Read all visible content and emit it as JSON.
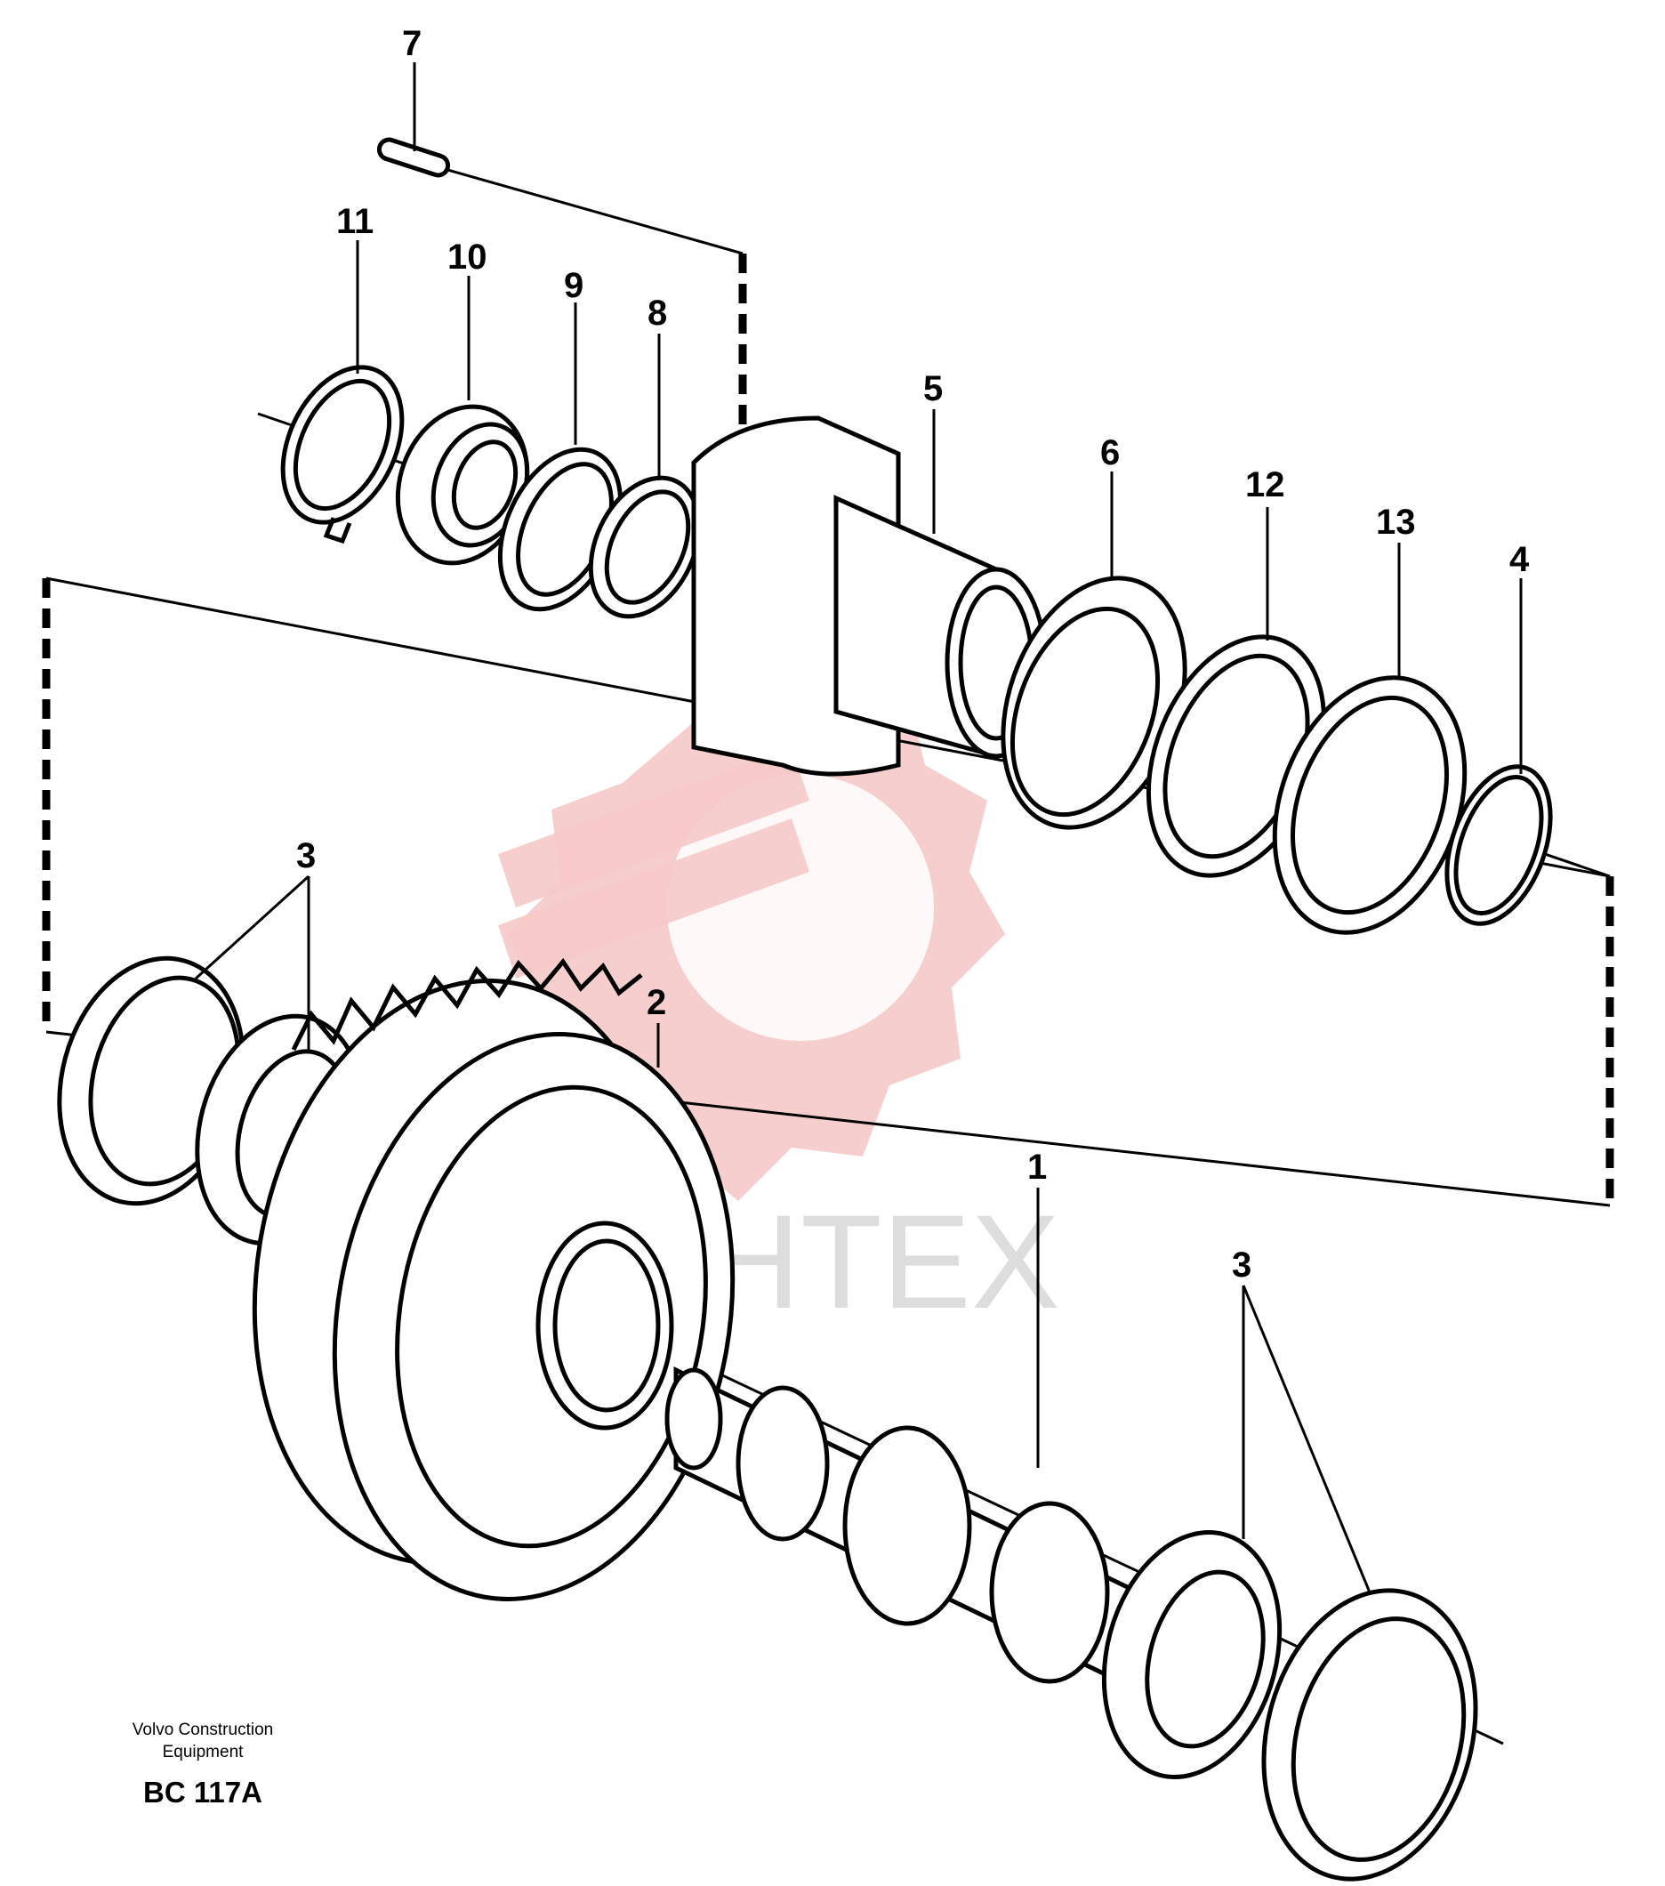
{
  "watermark": {
    "text": "VIHTEX",
    "color": "#f6c9c9"
  },
  "callouts": [
    {
      "id": "7",
      "label": "7"
    },
    {
      "id": "11",
      "label": "11"
    },
    {
      "id": "10",
      "label": "10"
    },
    {
      "id": "9",
      "label": "9"
    },
    {
      "id": "8",
      "label": "8"
    },
    {
      "id": "5",
      "label": "5"
    },
    {
      "id": "6",
      "label": "6"
    },
    {
      "id": "12",
      "label": "12"
    },
    {
      "id": "13",
      "label": "13"
    },
    {
      "id": "4",
      "label": "4"
    },
    {
      "id": "3a",
      "label": "3"
    },
    {
      "id": "2",
      "label": "2"
    },
    {
      "id": "1",
      "label": "1"
    },
    {
      "id": "3b",
      "label": "3"
    }
  ],
  "footer": {
    "maker_line1": "Volvo Construction",
    "maker_line2": "Equipment",
    "code": "BC 117A"
  }
}
